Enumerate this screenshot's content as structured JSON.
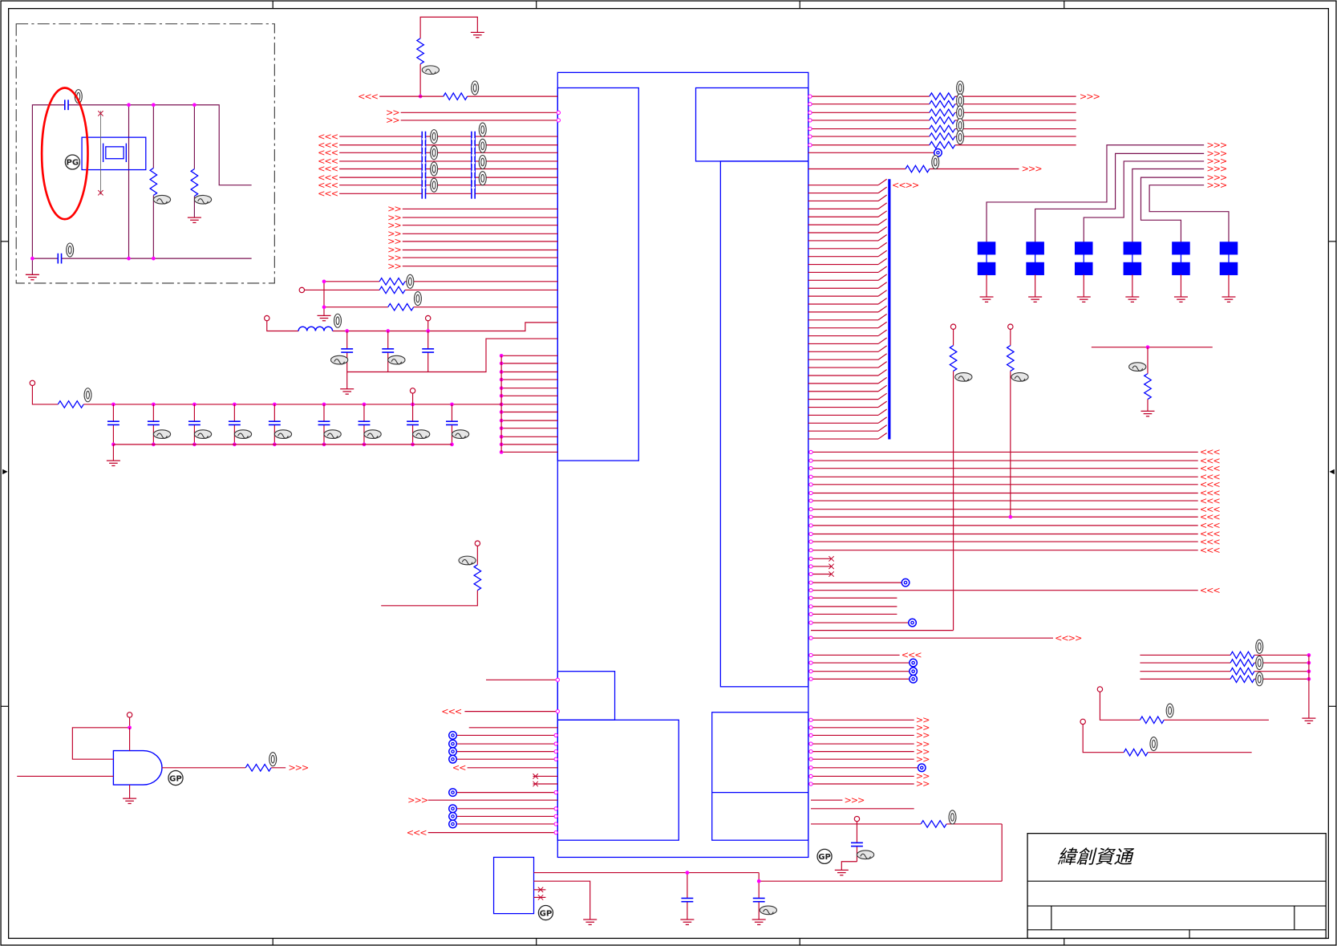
{
  "title_block": {
    "company": "緯創資通"
  },
  "markers": {
    "gp": "GP",
    "gp_crystal": "PG"
  },
  "connectors": {
    "out": ">>>",
    "out_short": ">>",
    "in": "<<<",
    "in_short": "<<",
    "bidir": "<<>>"
  },
  "colors": {
    "wire": "#c0002a",
    "net": "#7a1050",
    "component": "#0000ff",
    "junction": "#ff00ff",
    "connector": "#ff1a1a",
    "highlight": "#ff0000",
    "frame": "#000000"
  }
}
